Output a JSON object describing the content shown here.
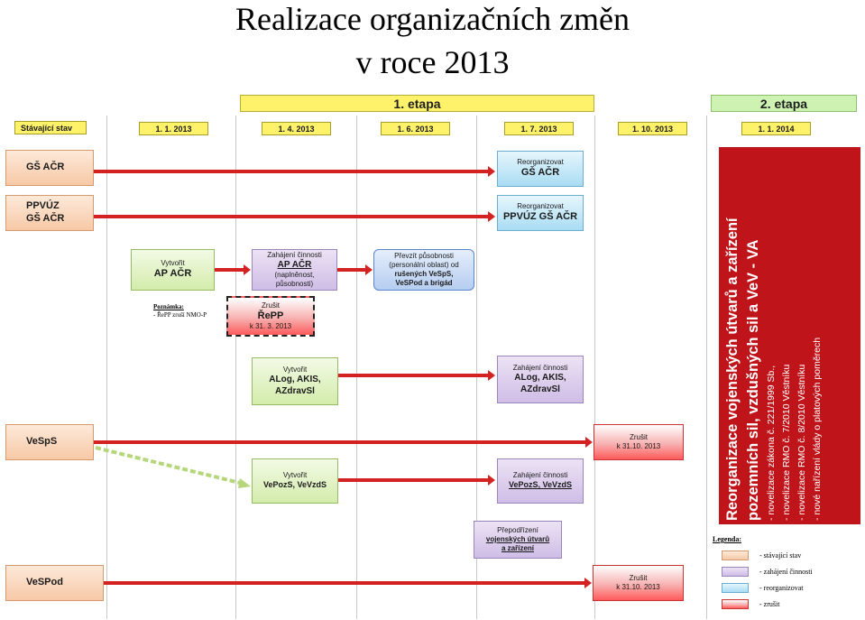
{
  "title": {
    "line1": "Realizace organizačních změn",
    "line2": "v roce 2013"
  },
  "stages": {
    "stage1": "1. etapa",
    "stage2": "2. etapa"
  },
  "current_state_label": "Stávající stav",
  "dates": [
    "1. 1. 2013",
    "1. 4. 2013",
    "1. 6. 2013",
    "1. 7. 2013",
    "1. 10. 2013",
    "1. 1. 2014"
  ],
  "rows": {
    "gs": {
      "label": "GŠ AČR",
      "reorg_l1": "Reorganizovat",
      "reorg_l2": "GŠ AČR"
    },
    "ppvuz": {
      "label_l1": "PPVÚZ",
      "label_l2": "GŠ AČR",
      "reorg_l1": "Reorganizovat",
      "reorg_l2": "PPVÚZ GŠ AČR"
    },
    "ap": {
      "create_l1": "Vytvořit",
      "create_l2": "AP AČR",
      "start_l1": "Zahájení činnosti",
      "start_l2": "AP AČR",
      "start_l3": "(naplněnost,",
      "start_l4": "působnosti)",
      "take_l1": "Převzít působnosti",
      "take_l2": "(personální oblast) od",
      "take_l3": "rušených VeSpS,",
      "take_l4": "VeSPod a brigád"
    },
    "repp": {
      "l1": "Zrušit",
      "l2": "ŘePP",
      "l3": "k 31. 3. 2013"
    },
    "note": {
      "l1": "Poznámka:",
      "l2": "- ŘePP zruší NMO-P"
    },
    "alog": {
      "create_l1": "Vytvořit",
      "create_l2": "ALog, AKIS,",
      "create_l3": "AZdravSl",
      "start_l1": "Zahájení činnosti",
      "start_l2": "ALog, AKIS,",
      "start_l3": "AZdravSl"
    },
    "vesps": {
      "label": "VeSpS",
      "cancel_l1": "Zrušit",
      "cancel_l2": "k 31.10. 2013"
    },
    "vepozs": {
      "create_l1": "Vytvořit",
      "create_l2": "VePozS, VeVzdS",
      "start_l1": "Zahájení činnosti",
      "start_l2": "VePozS, VeVzdS"
    },
    "resub": {
      "l1": "Přepodřízení",
      "l2": "vojenských útvarů",
      "l3": "a zařízení"
    },
    "vespod": {
      "label": "VeSPod",
      "cancel_l1": "Zrušit",
      "cancel_l2": "k 31.10. 2013"
    }
  },
  "side_panel": {
    "title_l1": "Reorganizace vojenských útvarů a zařízení",
    "title_l2": "pozemních sil, vzdušných sil a VeV - VA",
    "items": [
      "- novelizace zákona č. 221/1999 Sb.,",
      "- novelizace RMO č. 7/2010 Věstníku",
      "- novelizace RMO č. 8/2010 Věstníku",
      "- nové nařízení vlády o platových poměrech"
    ]
  },
  "legend": {
    "title": "Legenda:",
    "items": [
      "- stávající stav",
      "- zahájení činnosti",
      "- reorganizovat",
      "- zrušit"
    ]
  },
  "colors": {
    "arrow": "#d42222",
    "side_panel": "#c0141b",
    "stage1": "#fff26b",
    "stage2": "#cdf2b2"
  }
}
